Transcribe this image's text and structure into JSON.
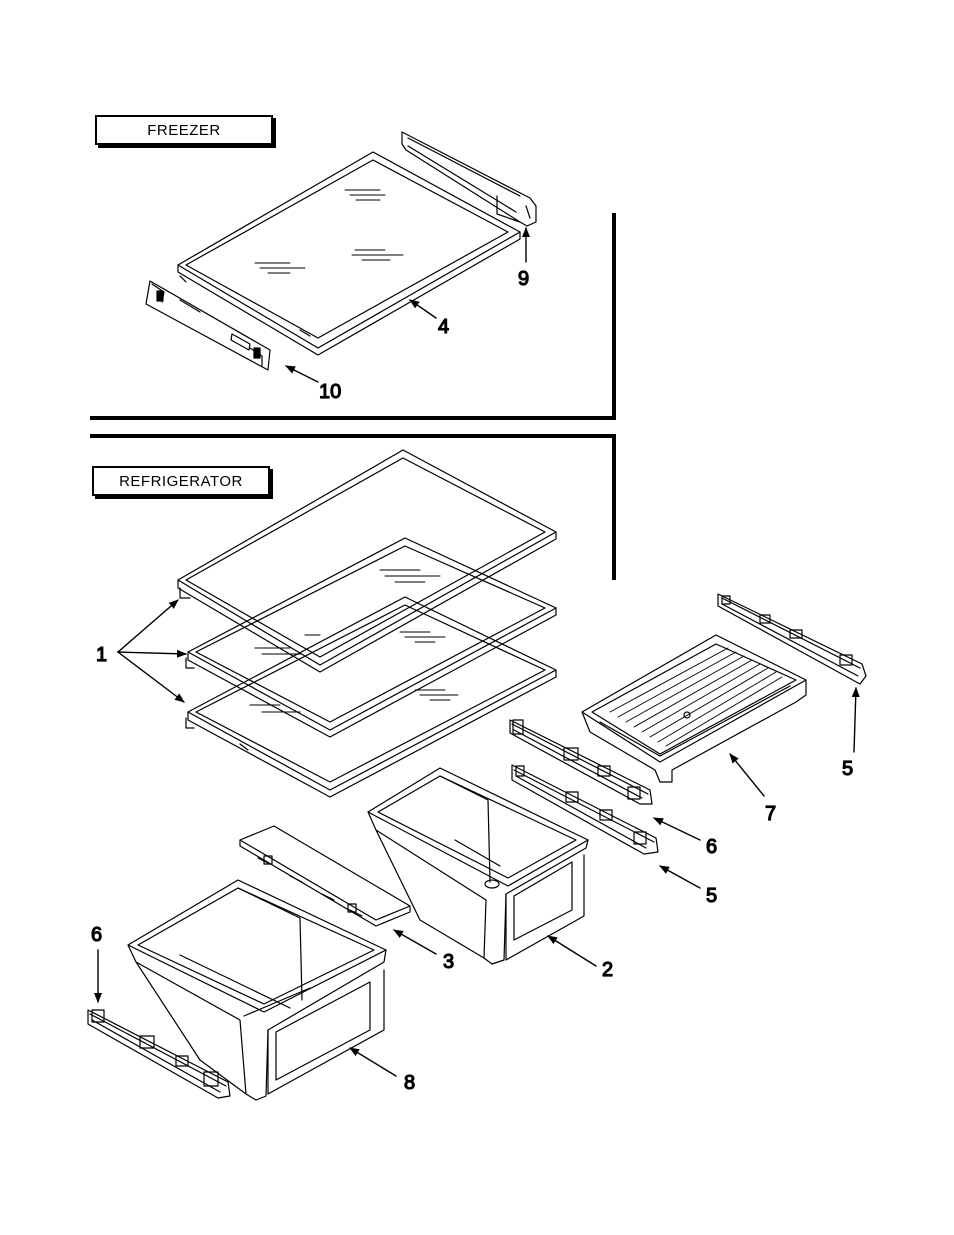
{
  "sections": {
    "freezer": "FREEZER",
    "refrigerator": "REFRIGERATOR"
  },
  "callouts": {
    "c9": "9",
    "c4": "4",
    "c10": "10",
    "c1": "1",
    "c5_top": "5",
    "c7": "7",
    "c6_right": "6",
    "c5_mid": "5",
    "c3": "3",
    "c2": "2",
    "c6_left": "6",
    "c8": "8"
  }
}
